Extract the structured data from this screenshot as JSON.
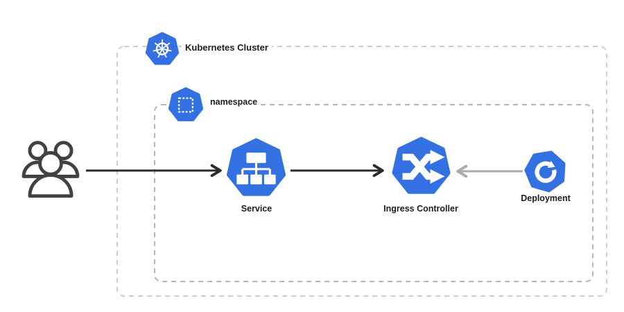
{
  "cluster": {
    "label": "Kubernetes Cluster",
    "icon": "kubernetes-logo-icon"
  },
  "namespace": {
    "label": "namespace",
    "icon": "namespace-dashed-square-icon"
  },
  "nodes": {
    "users": {
      "icon": "users-icon"
    },
    "service": {
      "label": "Service",
      "icon": "service-sitemap-icon"
    },
    "ingress": {
      "label": "Ingress Controller",
      "icon": "shuffle-arrows-icon"
    },
    "deployment": {
      "label": "Deployment",
      "icon": "rotate-arrow-icon"
    }
  },
  "edges": [
    {
      "from": "users",
      "to": "service",
      "style": "solid-arrow",
      "color_key": "arrow_dark"
    },
    {
      "from": "service",
      "to": "ingress",
      "style": "solid-arrow",
      "color_key": "arrow_dark"
    },
    {
      "from": "deployment",
      "to": "ingress",
      "style": "solid-arrow",
      "color_key": "arrow_gray"
    }
  ],
  "colors": {
    "kubernetes_blue": "#3371e3",
    "icon_glyph": "#ffffff",
    "cluster_border": "#cdcdcd",
    "namespace_border": "#b5b5b5",
    "arrow_dark": "#2b2b2b",
    "arrow_gray": "#ababab",
    "label_text": "#1c1c1c"
  }
}
